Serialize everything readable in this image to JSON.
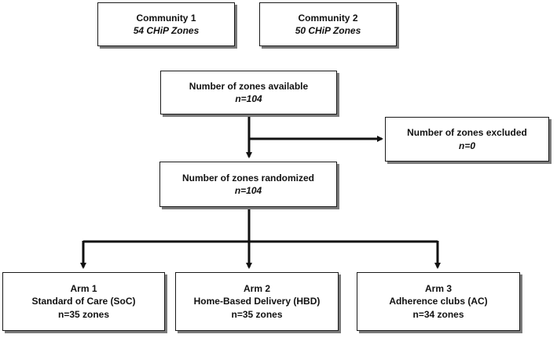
{
  "community1": {
    "title": "Community 1",
    "subtitle": "54 CHiP Zones"
  },
  "community2": {
    "title": "Community 2",
    "subtitle": "50 CHiP Zones"
  },
  "available": {
    "title": "Number of zones available",
    "count": "n=104"
  },
  "excluded": {
    "title": "Number of zones excluded",
    "count": "n=0"
  },
  "randomized": {
    "title": "Number of zones randomized",
    "count": "n=104"
  },
  "arms": [
    {
      "name": "Arm 1",
      "description": "Standard of Care (SoC)",
      "count": "n=35 zones"
    },
    {
      "name": "Arm 2",
      "description": "Home-Based Delivery (HBD)",
      "count": "n=35 zones"
    },
    {
      "name": "Arm 3",
      "description": "Adherence clubs (AC)",
      "count": "n=34 zones"
    }
  ]
}
